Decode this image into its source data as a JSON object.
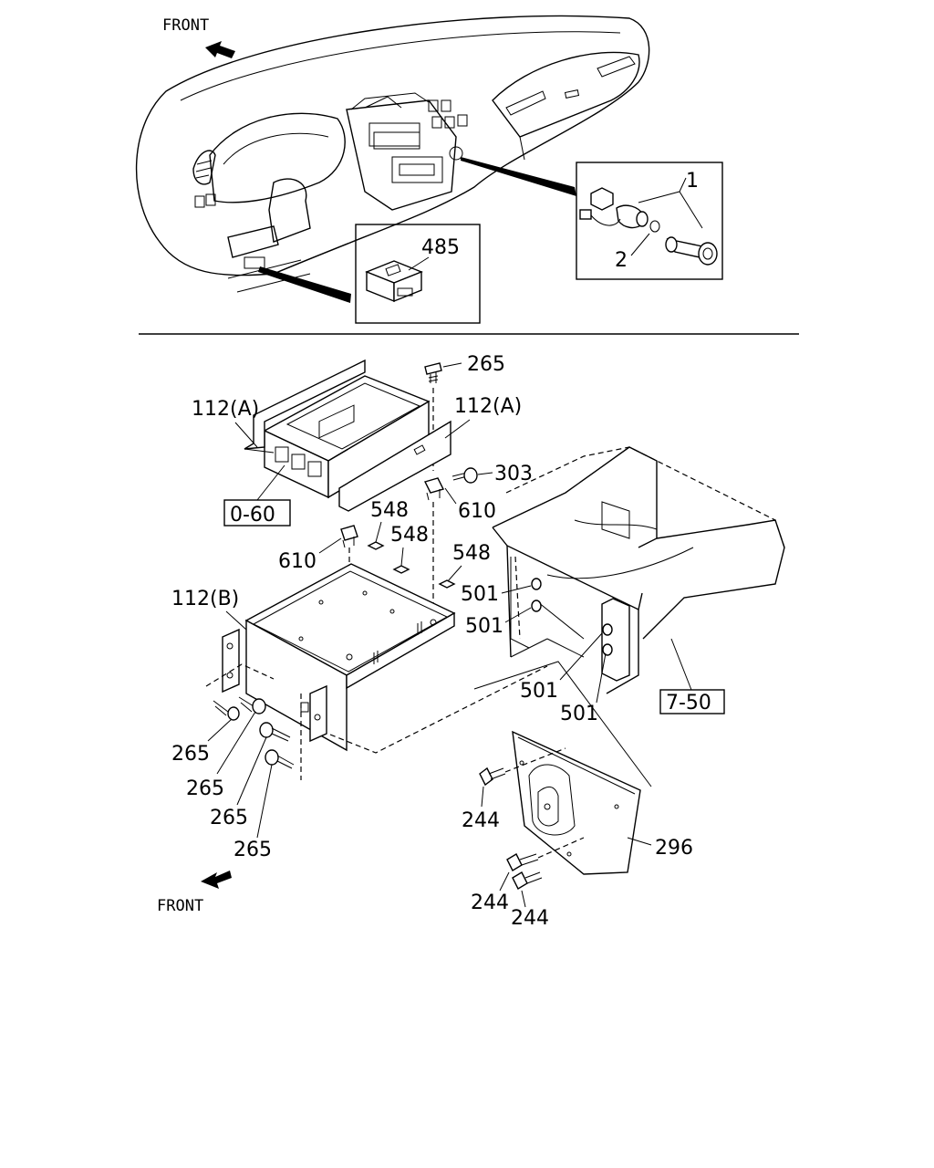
{
  "direction": {
    "front_top": "FRONT",
    "front_bottom": "FRONT"
  },
  "callouts": {
    "c485": "485",
    "c1": "1",
    "c2": "2",
    "c265_top": "265",
    "c112a_left": "112(A)",
    "c112a_right": "112(A)",
    "c303": "303",
    "c610_right": "610",
    "c610_left": "610",
    "c548_a": "548",
    "c548_b": "548",
    "c548_c": "548",
    "c112b": "112(B)",
    "c501_a": "501",
    "c501_b": "501",
    "c501_c": "501",
    "c501_d": "501",
    "c265_1": "265",
    "c265_2": "265",
    "c265_3": "265",
    "c265_4": "265",
    "c244_a": "244",
    "c244_b": "244",
    "c244_c": "244",
    "c296": "296"
  },
  "references": {
    "ref_0_60": "0-60",
    "ref_7_50": "7-50"
  }
}
